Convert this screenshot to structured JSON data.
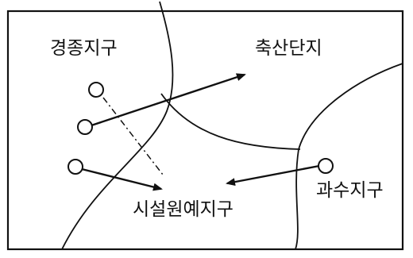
{
  "zones": {
    "field_crops": "경종지구",
    "livestock": "축산단지",
    "orchard": "과수지구",
    "greenhouse": "시설원예지구"
  },
  "colors": {
    "ink": "#111111",
    "background": "#ffffff"
  }
}
